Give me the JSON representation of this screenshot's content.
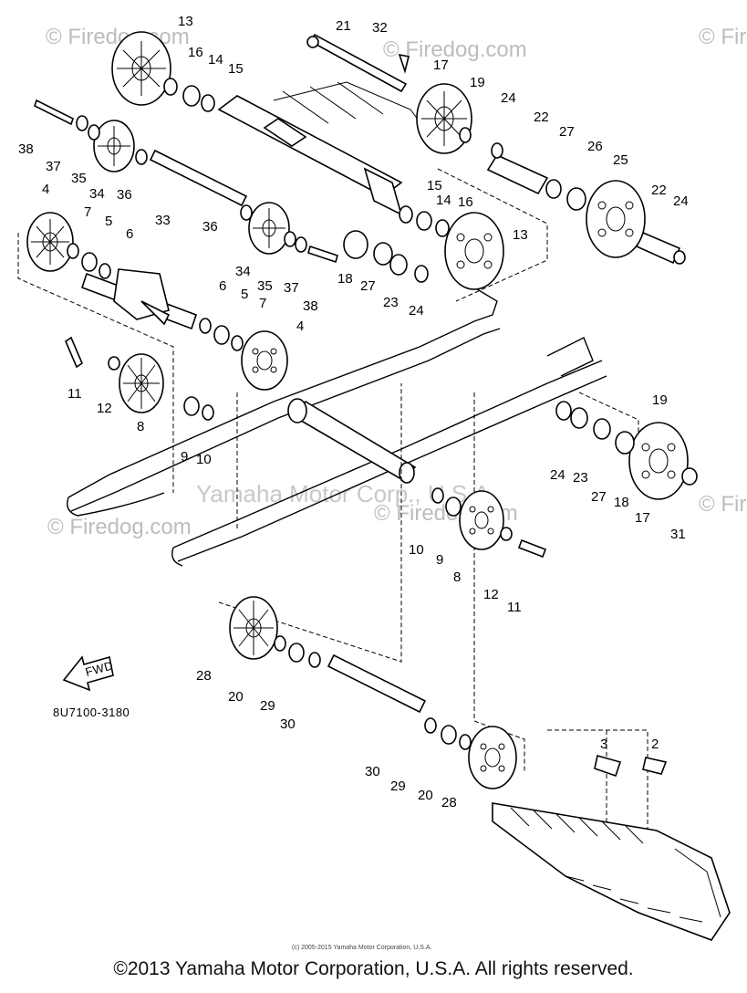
{
  "diagram": {
    "watermarks": [
      "© Firedog.com",
      "© Firedog.com",
      "© Firedog.com",
      "© Firedog.com",
      "© Fir",
      "© Fir",
      "Yamaha Motor Corp., U.S.A."
    ],
    "part_code": "8U7100-3180",
    "fwd_label": "FWD",
    "small_copyright": "(c) 2005-2015 Yamaha Motor Corporation, U.S.A.",
    "copyright": "©2013 Yamaha Motor Corporation, U.S.A. All rights reserved.",
    "callouts": [
      "13",
      "16",
      "14",
      "15",
      "21",
      "32",
      "17",
      "19",
      "24",
      "22",
      "27",
      "26",
      "25",
      "38",
      "37",
      "35",
      "34",
      "36",
      "33",
      "4",
      "7",
      "5",
      "6",
      "15",
      "14",
      "16",
      "13",
      "22",
      "24",
      "36",
      "34",
      "35",
      "37",
      "38",
      "18",
      "27",
      "23",
      "24",
      "6",
      "5",
      "7",
      "4",
      "11",
      "12",
      "8",
      "9",
      "10",
      "19",
      "24",
      "23",
      "27",
      "18",
      "17",
      "31",
      "10",
      "9",
      "8",
      "12",
      "11",
      "28",
      "20",
      "29",
      "30",
      "30",
      "29",
      "20",
      "28",
      "3",
      "2"
    ]
  }
}
